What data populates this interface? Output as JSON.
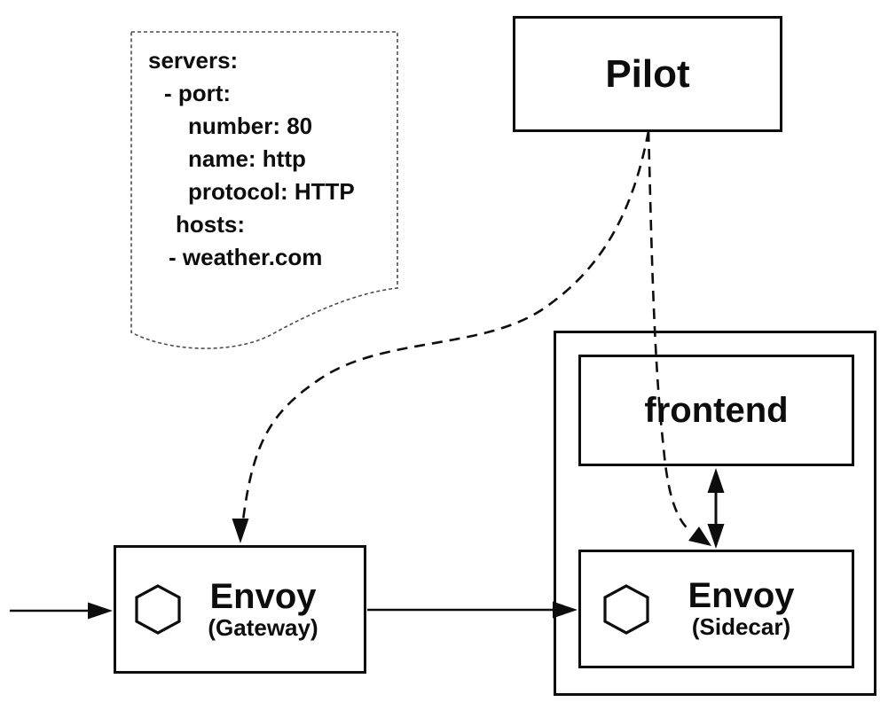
{
  "note": {
    "lines": [
      {
        "text": "servers:"
      },
      {
        "text": "- port:"
      },
      {
        "text": "number: 80"
      },
      {
        "text": "name: http"
      },
      {
        "text": "protocol: HTTP"
      },
      {
        "text": "hosts:"
      },
      {
        "text": "- weather.com"
      }
    ]
  },
  "nodes": {
    "pilot": {
      "label": "Pilot"
    },
    "frontend": {
      "label": "frontend"
    },
    "gateway": {
      "label": "Envoy",
      "sublabel": "(Gateway)"
    },
    "sidecar": {
      "label": "Envoy",
      "sublabel": "(Sidecar)"
    }
  },
  "icons": {
    "gateway": "hexagon-icon",
    "sidecar": "hexagon-icon"
  },
  "colors": {
    "line": "#0d0d0d",
    "note_border": "#4d4d4d",
    "background": "#ffffff"
  }
}
